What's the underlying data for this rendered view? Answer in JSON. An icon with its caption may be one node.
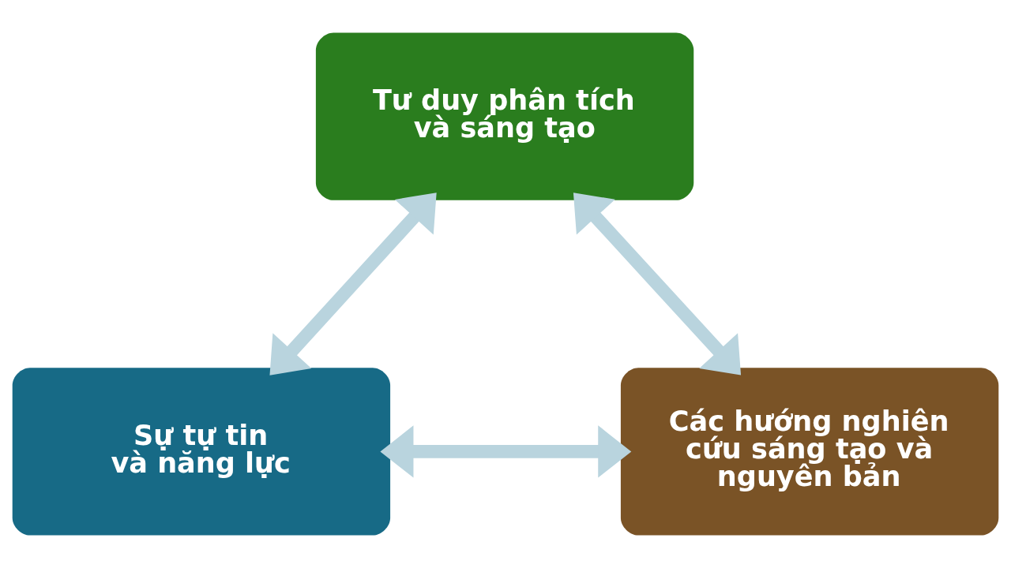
{
  "diagram": {
    "nodes": [
      {
        "text": [
          "Tư duy phân tích và sáng tạo"
        ]
      },
      {
        "text": [
          "Sự tự tin và năng lực"
        ]
      },
      {
        "text": [
          "Các hướng nghiên cứu sáng tạo và nguyên bản"
        ]
      }
    ],
    "edges": [
      {
        "from": 0,
        "to": 1,
        "arrow": "both"
      },
      {
        "from": 0,
        "to": 2,
        "arrow": "both"
      },
      {
        "from": 1,
        "to": 2,
        "arrow": "both"
      }
    ]
  }
}
